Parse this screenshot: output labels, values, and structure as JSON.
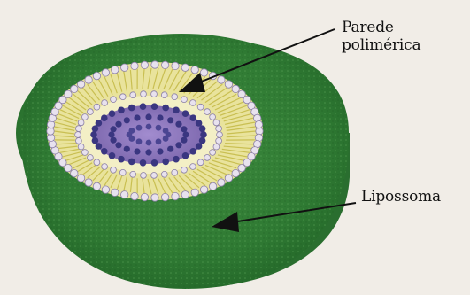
{
  "labels": {
    "wall_line1": "Parede",
    "wall_line2": "polimérica",
    "liposome": "Lipossoma"
  },
  "colors": {
    "background": "#f1ede7",
    "polymer_wall": "#2f7a33",
    "lipid_layer": "#e9e39c",
    "head_group": "#e8e2ee",
    "core": "#7f6ab0",
    "inner_heads": "#3a3680",
    "arrow": "#111111"
  }
}
